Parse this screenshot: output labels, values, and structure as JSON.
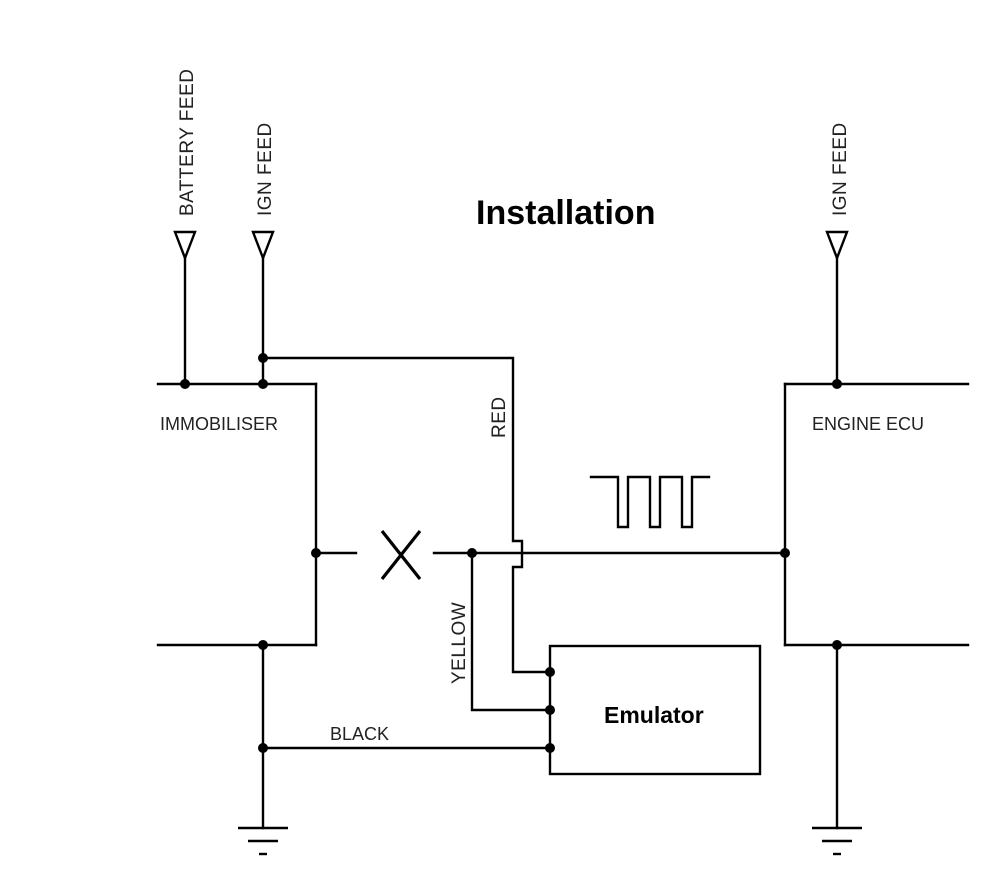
{
  "title": "Installation",
  "feeds": {
    "battery": "BATTERY FEED",
    "ign_left": "IGN FEED",
    "ign_right": "IGN FEED"
  },
  "modules": {
    "immobiliser": "IMMOBILISER",
    "engine_ecu": "ENGINE ECU",
    "emulator": "Emulator"
  },
  "wires": {
    "red": "RED",
    "yellow": "YELLOW",
    "black": "BLACK"
  },
  "colors": {
    "line": "#000000",
    "background": "#ffffff"
  }
}
